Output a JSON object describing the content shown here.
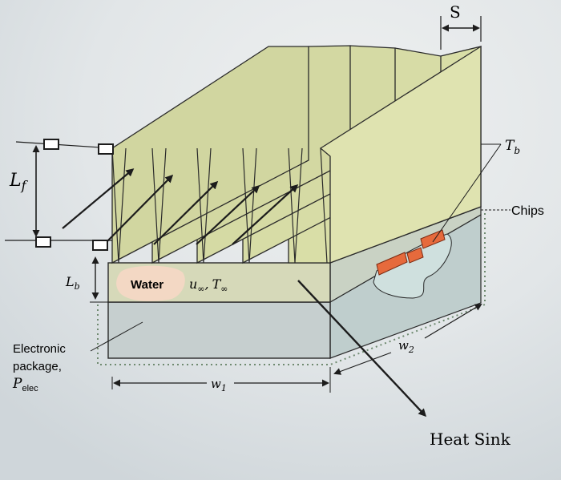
{
  "labels": {
    "spacing": "S",
    "base_temp": "T",
    "base_temp_sub": "b",
    "fin_length": "L",
    "fin_length_sub": "f",
    "chips": "Chips",
    "base_thickness": "L",
    "base_thickness_sub": "b",
    "fluid": "Water",
    "velocity": "u",
    "velocity_sub": "∞",
    "velocity_sep": ",",
    "fluid_temp": "T",
    "fluid_temp_sub": "∞",
    "package_line1": "Electronic",
    "package_line2": "package,",
    "package_power": "P",
    "package_power_sub": "elec",
    "width_1": "w",
    "width_1_sub": "1",
    "width_2": "w",
    "width_2_sub": "2",
    "heat_sink": "Heat Sink"
  },
  "colors": {
    "fin_fill": "#d7dca9",
    "base_fill": "#d6d9b9",
    "package_front": "#c6cfcf",
    "package_side": "#b9c9c8",
    "chip": "#e66a3c",
    "water_blob": "#f4d8c4",
    "line": "#1c1c1c"
  }
}
